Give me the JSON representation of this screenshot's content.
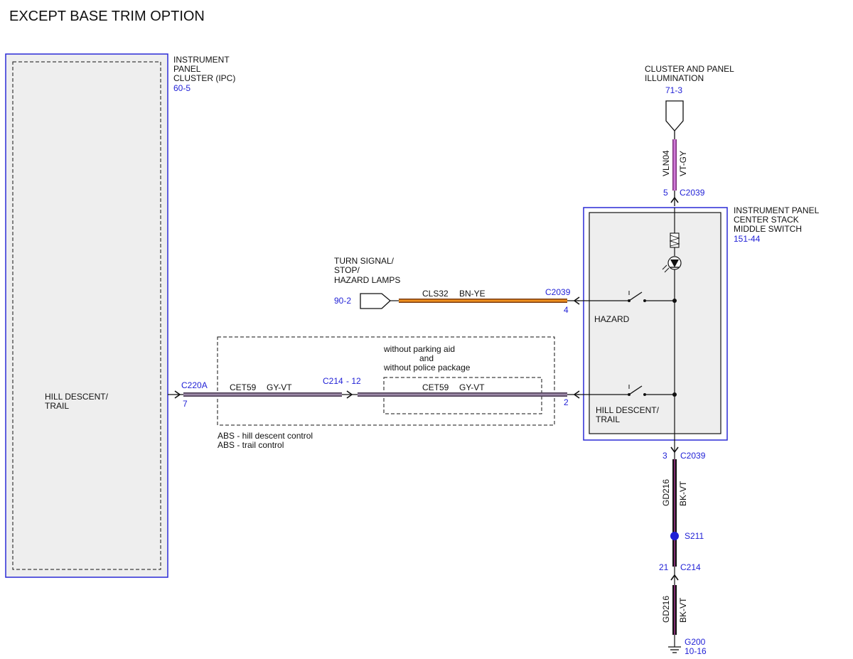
{
  "title": "EXCEPT BASE TRIM OPTION",
  "ipc": {
    "name_lines": [
      "INSTRUMENT",
      "PANEL",
      "CLUSTER (IPC)"
    ],
    "ref": "60-5",
    "circuit_label_lines": [
      "HILL DESCENT/",
      "TRAIL"
    ],
    "connector": "C220A",
    "pin": "7"
  },
  "cluster_illum": {
    "name_lines": [
      "CLUSTER AND PANEL",
      "ILLUMINATION"
    ],
    "ref": "71-3",
    "wire_circuit": "VLN04",
    "wire_color": "VT-GY",
    "pin": "5",
    "connector": "C2039"
  },
  "switch": {
    "name_lines": [
      "INSTRUMENT PANEL",
      "CENTER STACK",
      "MIDDLE SWITCH"
    ],
    "ref": "151-44",
    "hazard_label": "HAZARD",
    "hill_label_lines": [
      "HILL DESCENT/",
      "TRAIL"
    ]
  },
  "turn_signal": {
    "name_lines": [
      "TURN SIGNAL/",
      "STOP/",
      "HAZARD LAMPS"
    ],
    "ref": "90-2",
    "wire_circuit": "CLS32",
    "wire_color": "BN-YE",
    "connector": "C2039",
    "pin": "4"
  },
  "hill_wire": {
    "circuit1": "CET59",
    "color1": "GY-VT",
    "inline_connector": "C214",
    "inline_pin": "- 12",
    "circuit2": "CET59",
    "color2": "GY-VT",
    "switch_pin": "2",
    "option_lines": [
      "without parking aid",
      "and",
      "without police package"
    ],
    "abs_lines": [
      "ABS - hill descent control",
      "ABS - trail control"
    ]
  },
  "ground": {
    "pin": "3",
    "connector": "C2039",
    "circuit_a": "GD216",
    "color_a": "BK-VT",
    "splice": "S211",
    "inline_pin": "21",
    "inline_connector": "C214",
    "circuit_b": "GD216",
    "color_b": "BK-VT",
    "ground_id": "G200",
    "ground_ref": "10-16"
  },
  "colors": {
    "blue_ref": "#1f1fd6",
    "vt_gy": "#c56ad1",
    "bn_ye": "#e07b1c",
    "gy_vt": "#8a7794",
    "bk_vt": "#222222",
    "box_fill": "#eeeeee"
  }
}
